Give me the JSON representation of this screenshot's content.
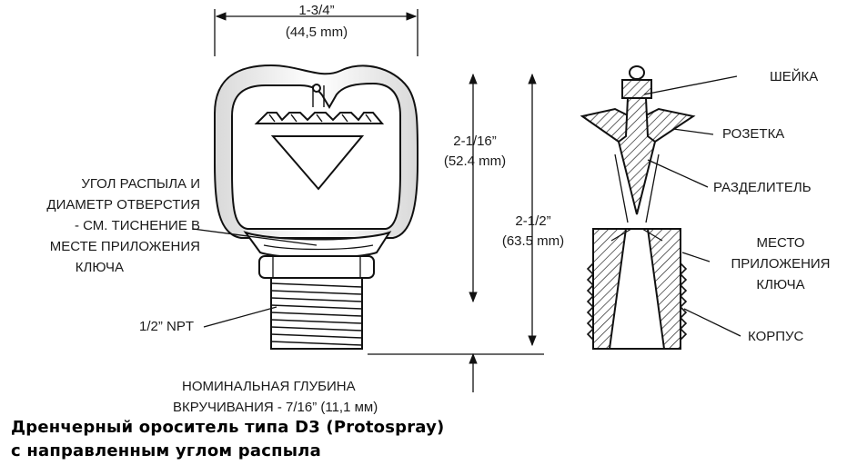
{
  "dimensions": {
    "width_imperial": "1-3/4”",
    "width_metric": "(44,5 mm)",
    "height_short_imperial": "2-1/16”",
    "height_short_metric": "(52.4 mm)",
    "height_total_imperial": "2-1/2”",
    "height_total_metric": "(63.5 mm)"
  },
  "left_labels": {
    "spray_angle": [
      "УГОЛ РАСПЫЛА И",
      "ДИАМЕТР ОТВЕРСТИЯ",
      "- СМ. ТИСНЕНИЕ В",
      "МЕСТЕ ПРИЛОЖЕНИЯ",
      "КЛЮЧА"
    ],
    "thread": "1/2” NPT"
  },
  "right_labels": {
    "neck": "ШЕЙКА",
    "deflector": "РОЗЕТКА",
    "splitter": "РАЗДЕЛИТЕЛЬ",
    "wrench_boss": [
      "МЕСТО",
      "ПРИЛОЖЕНИЯ",
      "КЛЮЧА"
    ],
    "body": "КОРПУС"
  },
  "depth_note": [
    "НОМИНАЛЬНАЯ ГЛУБИНА",
    "ВКРУЧИВАНИЯ - 7/16” (11,1 мм)"
  ],
  "caption": [
    "Дренчерный ороситель типа D3 (Protospray)",
    "с направленным углом распыла"
  ]
}
